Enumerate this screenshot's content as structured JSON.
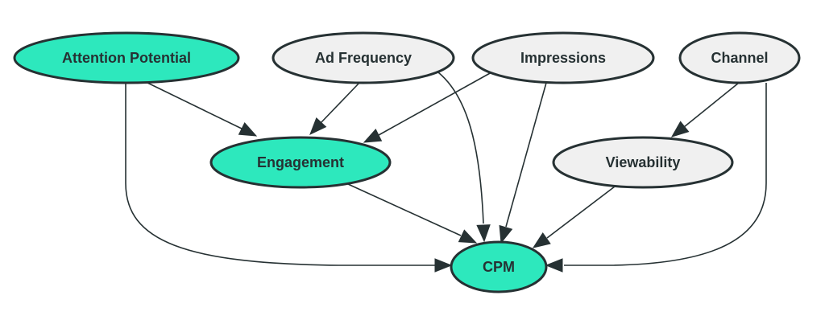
{
  "diagram": {
    "type": "directed-graph",
    "colors": {
      "highlight_fill": "#2de8bd",
      "default_fill": "#f0f0f0",
      "stroke": "#263133",
      "text": "#263133",
      "background": "#ffffff"
    },
    "nodes": [
      {
        "id": "attention_potential",
        "label": "Attention Potential",
        "style": "highlight"
      },
      {
        "id": "ad_frequency",
        "label": "Ad Frequency",
        "style": "default"
      },
      {
        "id": "impressions",
        "label": "Impressions",
        "style": "default"
      },
      {
        "id": "channel",
        "label": "Channel",
        "style": "default"
      },
      {
        "id": "engagement",
        "label": "Engagement",
        "style": "highlight"
      },
      {
        "id": "viewability",
        "label": "Viewability",
        "style": "default"
      },
      {
        "id": "cpm",
        "label": "CPM",
        "style": "highlight"
      }
    ],
    "edges": [
      {
        "from": "attention_potential",
        "to": "engagement"
      },
      {
        "from": "attention_potential",
        "to": "cpm"
      },
      {
        "from": "ad_frequency",
        "to": "engagement"
      },
      {
        "from": "ad_frequency",
        "to": "cpm"
      },
      {
        "from": "impressions",
        "to": "engagement"
      },
      {
        "from": "impressions",
        "to": "cpm"
      },
      {
        "from": "channel",
        "to": "viewability"
      },
      {
        "from": "channel",
        "to": "cpm"
      },
      {
        "from": "engagement",
        "to": "cpm"
      },
      {
        "from": "viewability",
        "to": "cpm"
      }
    ]
  }
}
